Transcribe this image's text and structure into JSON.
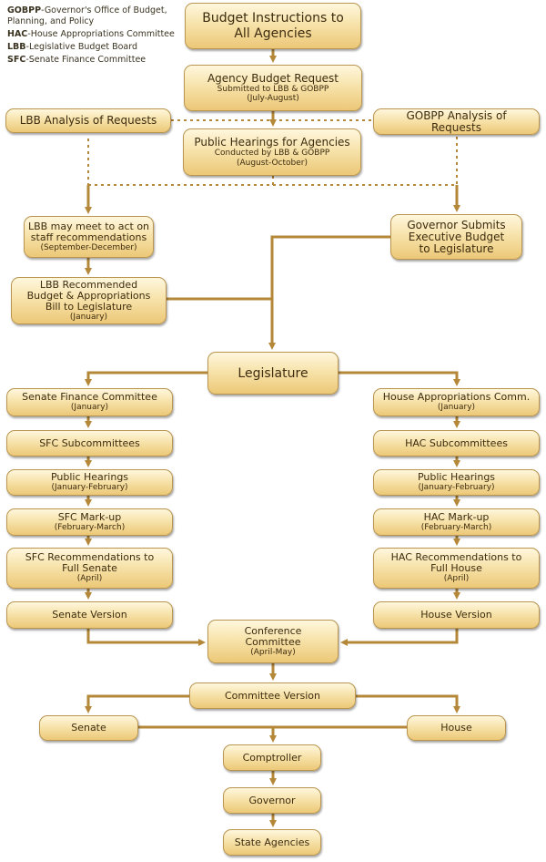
{
  "legend": [
    {
      "abbr": "GOBPP",
      "desc": "-Governor's Office of Budget, Planning, and Policy"
    },
    {
      "abbr": "HAC",
      "desc": "-House Appropriations Committee"
    },
    {
      "abbr": "LBB",
      "desc": "-Legislative Budget Board"
    },
    {
      "abbr": "SFC",
      "desc": "-Senate Finance Committee"
    }
  ],
  "boxes": {
    "budget_instructions": {
      "title": "Budget Instructions to\nAll Agencies",
      "sub": ""
    },
    "agency_request": {
      "title": "Agency Budget Request",
      "sub": "Submitted to LBB & GOBPP\n(July-August)"
    },
    "lbb_analysis": {
      "title": "LBB Analysis of Requests",
      "sub": ""
    },
    "gobpp_analysis": {
      "title": "GOBPP Analysis of\nRequests",
      "sub": ""
    },
    "public_hearings_agencies": {
      "title": "Public Hearings for Agencies",
      "sub": "Conducted by LBB & GOBPP\n(August-October)"
    },
    "lbb_meet": {
      "title": "LBB may meet to act on\nstaff recommendations",
      "sub": "(September-December)"
    },
    "governor_submits": {
      "title": "Governor Submits\nExecutive Budget\nto Legislature",
      "sub": ""
    },
    "lbb_recommended": {
      "title": "LBB Recommended\nBudget & Appropriations\nBill to Legislature",
      "sub": "(January)"
    },
    "legislature": {
      "title": "Legislature",
      "sub": ""
    },
    "sfc": {
      "title": "Senate Finance Committee",
      "sub": "(January)"
    },
    "hac": {
      "title": "House Appropriations Comm.",
      "sub": "(January)"
    },
    "sfc_sub": {
      "title": "SFC Subcommittees",
      "sub": ""
    },
    "hac_sub": {
      "title": "HAC Subcommittees",
      "sub": ""
    },
    "senate_hearings": {
      "title": "Public Hearings",
      "sub": "(January-February)"
    },
    "house_hearings": {
      "title": "Public Hearings",
      "sub": "(January-February)"
    },
    "sfc_markup": {
      "title": "SFC Mark-up",
      "sub": "(February-March)"
    },
    "hac_markup": {
      "title": "HAC Mark-up",
      "sub": "(February-March)"
    },
    "sfc_recs": {
      "title": "SFC Recommendations to\nFull Senate",
      "sub": "(April)"
    },
    "hac_recs": {
      "title": "HAC Recommendations to\nFull House",
      "sub": "(April)"
    },
    "senate_version": {
      "title": "Senate Version",
      "sub": ""
    },
    "house_version": {
      "title": "House Version",
      "sub": ""
    },
    "conference": {
      "title": "Conference\nCommittee",
      "sub": "(April-May)"
    },
    "committee_version": {
      "title": "Committee Version",
      "sub": ""
    },
    "senate": {
      "title": "Senate",
      "sub": ""
    },
    "house": {
      "title": "House",
      "sub": ""
    },
    "comptroller": {
      "title": "Comptroller",
      "sub": ""
    },
    "governor": {
      "title": "Governor",
      "sub": ""
    },
    "state_agencies": {
      "title": "State Agencies",
      "sub": ""
    }
  },
  "colors": {
    "line": "#b48838",
    "box_top": "#fff7dd",
    "box_bottom": "#ecc877",
    "border": "#b9954f",
    "text": "#3d2c0f"
  }
}
